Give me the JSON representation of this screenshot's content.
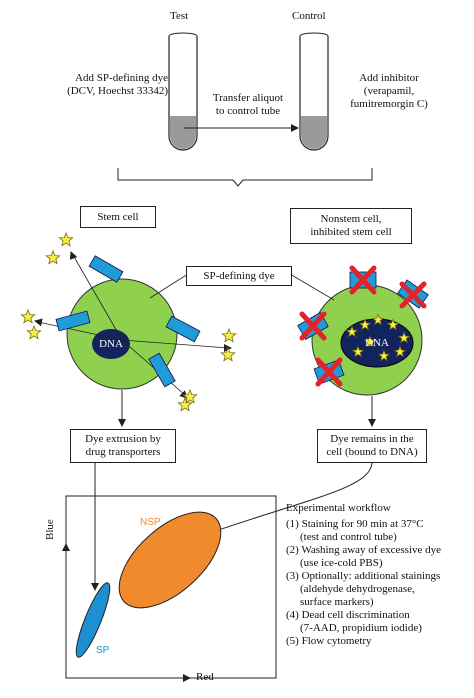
{
  "tubes": {
    "test_label": "Test",
    "control_label": "Control",
    "left_note_line1": "Add SP-defining dye",
    "left_note_line2": "(DCV, Hoechst 33342)",
    "transfer_line1": "Transfer aliquot",
    "transfer_line2": "to control tube",
    "right_note_line1": "Add inhibitor",
    "right_note_line2": "(verapamil,",
    "right_note_line3": "fumitremorgin C)"
  },
  "cells": {
    "stem_label": "Stem cell",
    "nonstem_line1": "Nonstem cell,",
    "nonstem_line2": "inhibited stem cell",
    "dye_label": "SP-defining dye",
    "dna_label_left": "DNA",
    "dna_label_right": "DNA",
    "extrusion_line1": "Dye extrusion by",
    "extrusion_line2": "drug transporters",
    "remains_line1": "Dye remains in the",
    "remains_line2": "cell (bound to DNA)"
  },
  "plot": {
    "x_axis": "Red",
    "y_axis": "Blue",
    "nsp_label": "NSP",
    "sp_label": "SP"
  },
  "workflow": {
    "title": "Experimental workflow",
    "steps": [
      "(1) Staining for 90 min at 37°C",
      "(test and control tube)",
      "(2) Washing away of excessive dye",
      "(use ice-cold PBS)",
      "(3) Optionally: additional stainings",
      "(aldehyde dehydrogenase,",
      "surface markers)",
      "(4) Dead cell discrimination",
      "(7-AAD, propidium iodide)",
      "(5) Flow cytometry"
    ]
  },
  "colors": {
    "cell_fill": "#8fd14f",
    "transporter": "#1f9bd7",
    "star": "#f7ef4a",
    "dna_fill": "#12245e",
    "inhibitor": "#e3222a",
    "nsp_fill": "#f08a2c",
    "sp_fill": "#1e8fd0",
    "tube_liquid": "#9a9a9a"
  }
}
